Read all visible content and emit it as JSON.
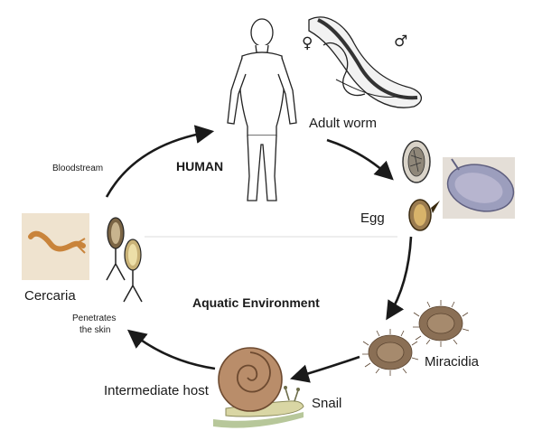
{
  "colors": {
    "arrow": "#1a1a1a",
    "worm_body": "#f2f2f2",
    "egg_shell": "#9a7b4f",
    "egg_inner": "#d8b36a",
    "miracidia": "#8a6f55",
    "snail_shell": "#b98d6a",
    "cercaria": "#c9843b",
    "photo_bg": "#efe3cf"
  },
  "labels": {
    "human": "HUMAN",
    "aquatic": "Aquatic Environment",
    "adult_worm": "Adult worm",
    "egg": "Egg",
    "miracidia": "Miracidia",
    "snail": "Snail",
    "intermediate_host": "Intermediate host",
    "cercaria": "Cercaria",
    "penetrates_line1": "Penetrates",
    "penetrates_line2": "the skin",
    "bloodstream": "Bloodstream",
    "female_symbol": "♀",
    "male_symbol": "♂"
  }
}
